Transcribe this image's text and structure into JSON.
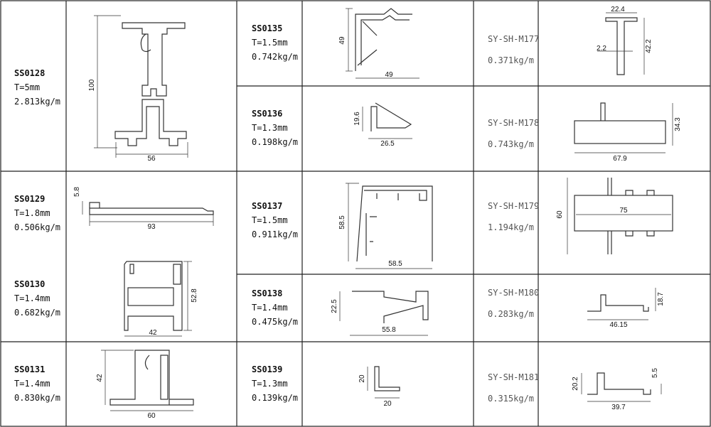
{
  "rows": [
    {
      "code": "SS0128",
      "t": "T=5mm",
      "w": "2.813kg/m"
    },
    {
      "code": "SS0129",
      "t": "T=1.8mm",
      "w": "0.506kg/m"
    },
    {
      "code": "SS0130",
      "t": "T=1.4mm",
      "w": "0.682kg/m"
    },
    {
      "code": "SS0131",
      "t": "T=1.4mm",
      "w": "0.830kg/m"
    },
    {
      "code": "SS0135",
      "t": "T=1.5mm",
      "w": "0.742kg/m"
    },
    {
      "code": "SS0136",
      "t": "T=1.3mm",
      "w": "0.198kg/m"
    },
    {
      "code": "SS0137",
      "t": "T=1.5mm",
      "w": "0.911kg/m"
    },
    {
      "code": "SS0138",
      "t": "T=1.4mm",
      "w": "0.475kg/m"
    },
    {
      "code": "SS0139",
      "t": "T=1.3mm",
      "w": "0.139kg/m"
    },
    {
      "code": "SY-SH-M177",
      "w": "0.371kg/m"
    },
    {
      "code": "SY-SH-M178",
      "w": "0.743kg/m"
    },
    {
      "code": "SY-SH-M179",
      "w": "1.194kg/m"
    },
    {
      "code": "SY-SH-M180",
      "w": "0.283kg/m"
    },
    {
      "code": "SY-SH-M181",
      "w": "0.315kg/m"
    }
  ],
  "dims": {
    "d128": [
      "100",
      "56"
    ],
    "d129": [
      "5.8",
      "93"
    ],
    "d130": [
      "52.8",
      "42"
    ],
    "d131": [
      "42",
      "60"
    ],
    "d135": [
      "49",
      "49"
    ],
    "d136": [
      "19.6",
      "26.5"
    ],
    "d137": [
      "58.5",
      "58.5"
    ],
    "d138": [
      "22.5",
      "55.8"
    ],
    "d139": [
      "20",
      "20"
    ],
    "d177": [
      "22.4",
      "2.2",
      "42.2"
    ],
    "d178": [
      "34.3",
      "67.9"
    ],
    "d179": [
      "60",
      "75"
    ],
    "d180": [
      "18.7",
      "46.15"
    ],
    "d181": [
      "20.2",
      "5.5",
      "39.7"
    ]
  }
}
